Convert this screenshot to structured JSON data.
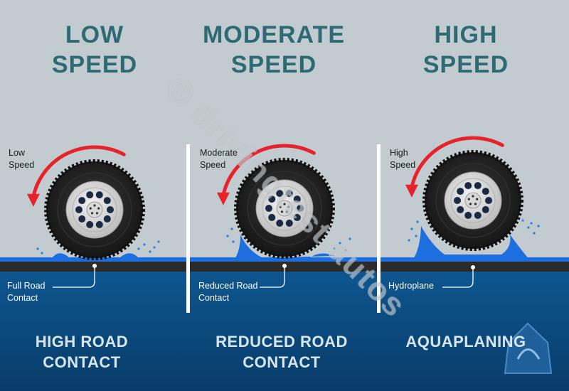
{
  "columns": [
    {
      "heading": [
        "LOW",
        "SPEED"
      ],
      "speed_label": [
        "Low",
        "Speed"
      ],
      "contact_label": [
        "Full Road",
        "Contact"
      ],
      "footer": [
        "HIGH ROAD",
        "CONTACT"
      ]
    },
    {
      "heading": [
        "MODERATE",
        "SPEED"
      ],
      "speed_label": [
        "Moderate",
        "Speed"
      ],
      "contact_label": [
        "Reduced Road",
        "Contact"
      ],
      "footer": [
        "REDUCED ROAD",
        "CONTACT"
      ]
    },
    {
      "heading": [
        "HIGH",
        "SPEED"
      ],
      "speed_label": [
        "High",
        "Speed"
      ],
      "contact_label": [
        "Hydroplane"
      ],
      "footer": [
        "AQUAPLANING"
      ]
    }
  ],
  "watermark": "© drivingtest.autos",
  "colors": {
    "sky": "#c2cbd0",
    "heading": "#2e6a73",
    "ground": "#0c4a7c",
    "road": "#2b2b2b",
    "water": "#1d6fe0",
    "arrow": "#e8222b",
    "footer_text": "#d8e6ef"
  }
}
